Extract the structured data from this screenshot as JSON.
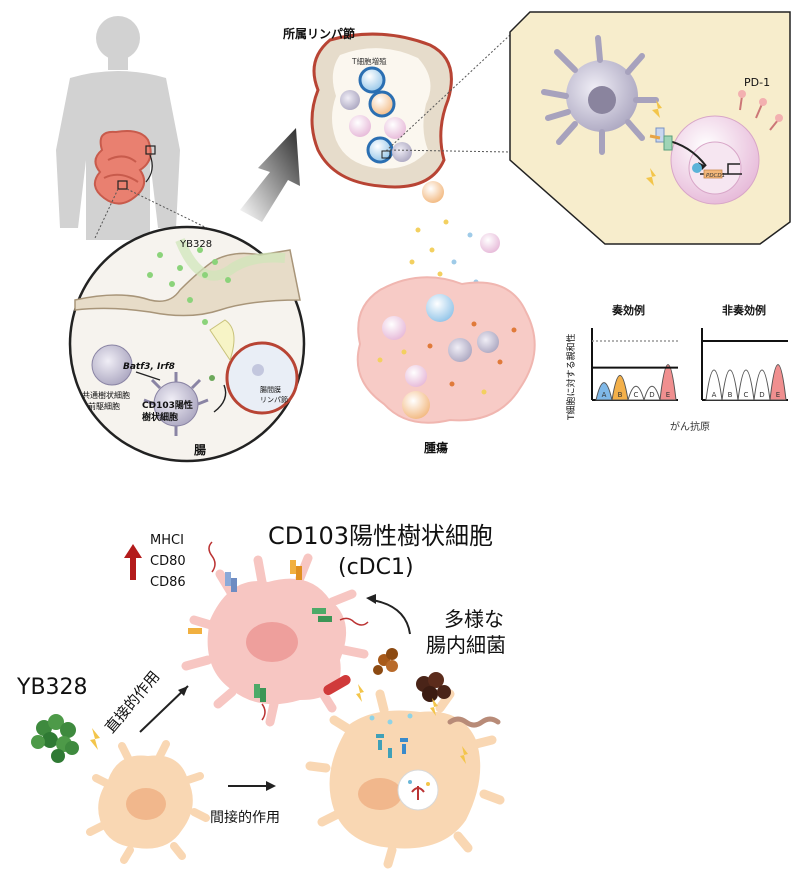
{
  "top_labels": {
    "lymph_node": "所属リンパ節",
    "t_cell_prolif": "T細胞増殖",
    "pd1": "PD-1",
    "pdcd1": "PDCD1",
    "yb328": "YB328",
    "genes": "Batf3, Irf8",
    "precursor_line1": "共通樹状細胞",
    "precursor_line2": "前駆細胞",
    "cd103_line1": "CD103陽性",
    "cd103_line2": "樹状細胞",
    "mesenteric_line1": "腸間膜",
    "mesenteric_line2": "リンパ節",
    "intestine": "腸",
    "tumor": "腫瘍"
  },
  "chart": {
    "ylabel": "T細胞に対する親和性",
    "xlabel": "がん抗原",
    "panel_responder": "奏効例",
    "panel_nonresponder": "非奏効例"
  },
  "chart_data": [
    {
      "type": "area",
      "title": "奏効例",
      "categories": [
        "A",
        "B",
        "C",
        "D",
        "E"
      ],
      "values": [
        0.4,
        0.6,
        0.3,
        0.3,
        0.9
      ],
      "colors": [
        "#7fb8e8",
        "#f3b04a",
        "#ffffff",
        "#ffffff",
        "#f08f8f"
      ]
    },
    {
      "type": "area",
      "title": "非奏効例",
      "categories": [
        "A",
        "B",
        "C",
        "D",
        "E"
      ],
      "values": [
        0.75,
        0.75,
        0.75,
        0.75,
        0.9
      ],
      "colors": [
        "#ffffff",
        "#ffffff",
        "#ffffff",
        "#ffffff",
        "#f08f8f"
      ]
    }
  ],
  "bottom_labels": {
    "title_line1": "CD103陽性樹状細胞",
    "title_line2": "(cDC1)",
    "markers": [
      "MHCI",
      "CD80",
      "CD86"
    ],
    "yb328": "YB328",
    "direct": "直接的作用",
    "indirect": "間接的作用",
    "bacteria_line1": "多様な",
    "bacteria_line2": "腸内細菌"
  },
  "colors": {
    "dc_pink": "#f7c6c2",
    "dc_orange": "#f9d7b3",
    "yb_green": "#3e8a3e",
    "arrow_red": "#b31b1b",
    "lymph_red": "#c0392b",
    "inset_bg": "#f7edcc"
  }
}
